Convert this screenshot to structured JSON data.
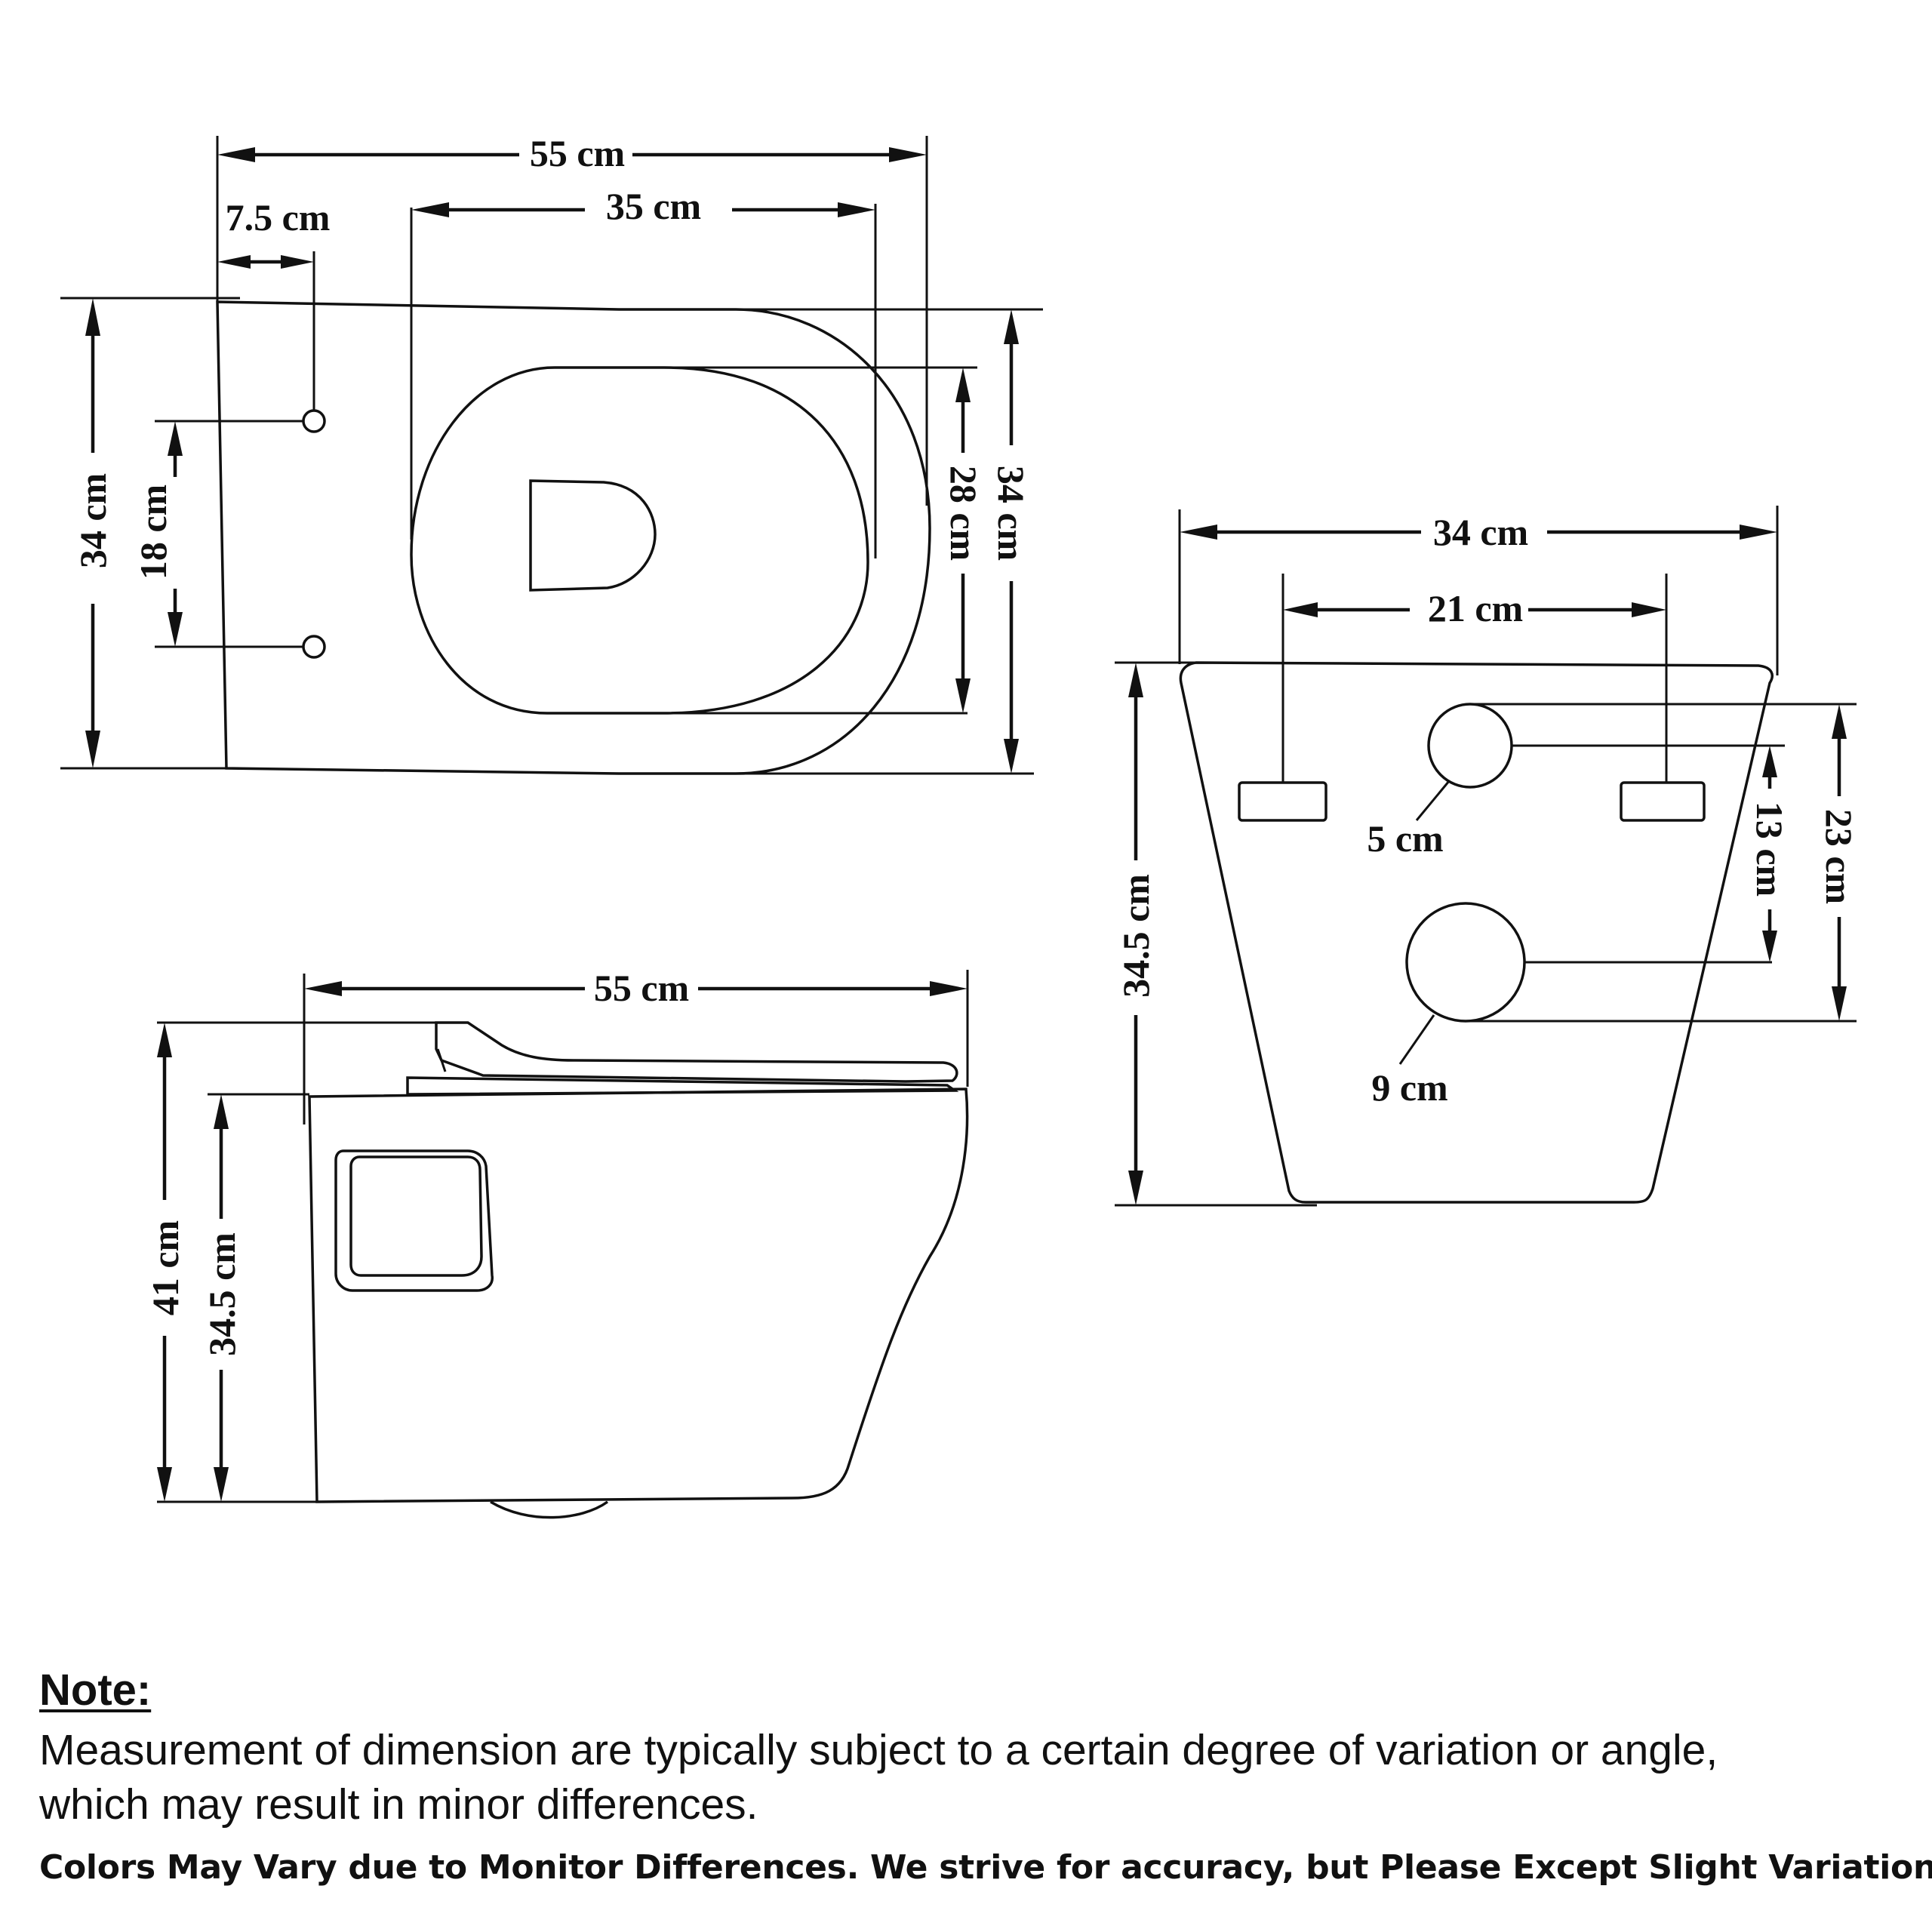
{
  "top_view": {
    "overall_length": "55 cm",
    "seat_length": "35 cm",
    "mount_offset": "7.5 cm",
    "overall_width": "34 cm",
    "mount_spacing": "18 cm",
    "seat_width": "28 cm",
    "overall_width_right": "34 cm"
  },
  "side_view": {
    "length": "55 cm",
    "total_height": "41 cm",
    "bowl_height": "34.5 cm"
  },
  "back_view": {
    "width": "34 cm",
    "bolt_spacing": "21 cm",
    "height": "34.5 cm",
    "inlet_diameter": "5 cm",
    "inlet_to_outlet": "13 cm",
    "outlet_height": "23 cm",
    "outlet_diameter": "9 cm"
  },
  "note": {
    "title": "Note:",
    "body": "Measurement of dimension are typically subject to a certain degree of variation or angle, which may result in minor differences.",
    "footer": "Colors May Vary due to Monitor Differences. We strive for accuracy, but Please Except Slight Variations."
  }
}
